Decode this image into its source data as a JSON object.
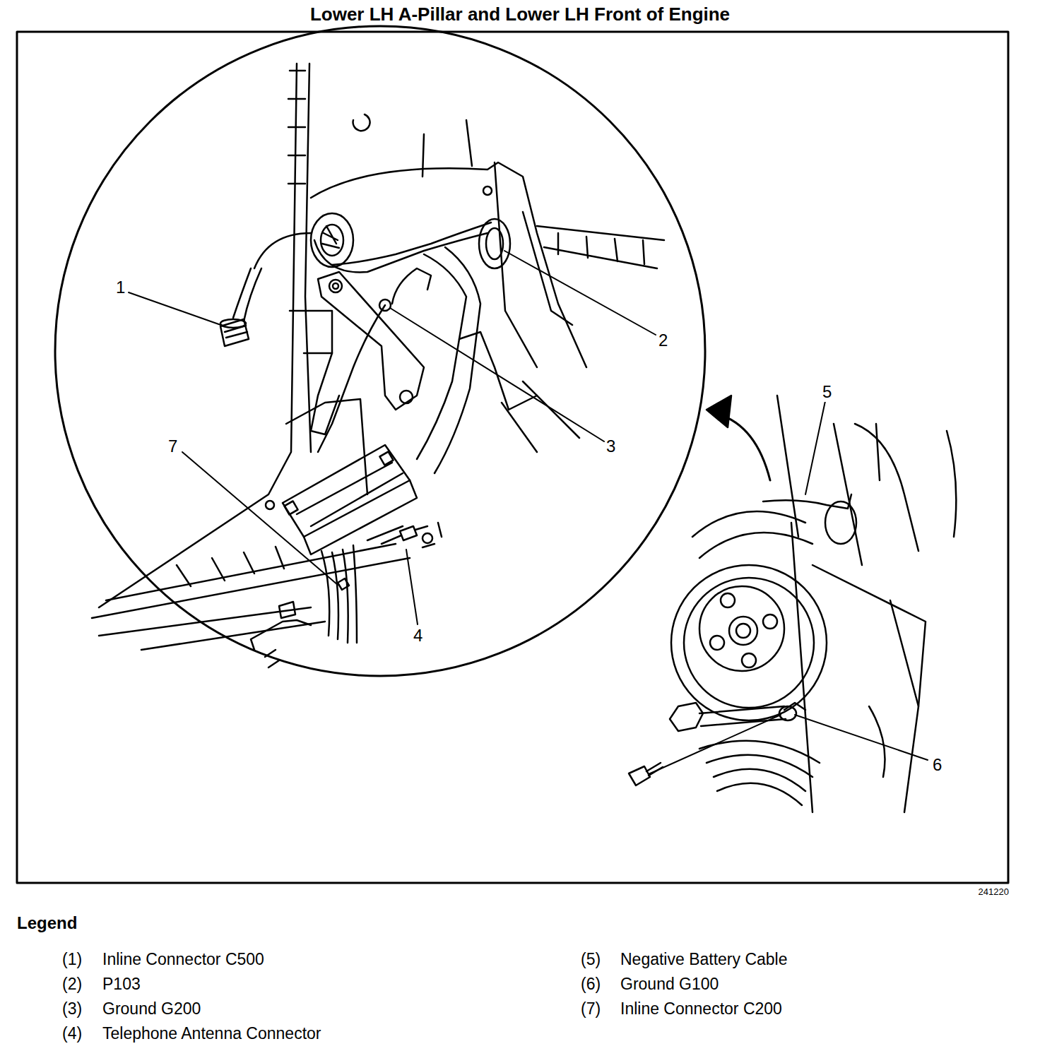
{
  "diagram": {
    "title": "Lower LH A-Pillar and Lower LH Front of Engine",
    "labels": [
      "1",
      "2",
      "3",
      "4",
      "5",
      "6",
      "7",
      "241220",
      "Legend",
      "(1)",
      "Inline Connector C500",
      "(2)",
      "P103",
      "(3)",
      "Ground G200",
      "(4)",
      "Telephone Antenna Connector",
      "(5)",
      "Negative Battery Cable",
      "(6)",
      "Ground G100",
      "(7)",
      "Inline Connector C200"
    ]
  }
}
